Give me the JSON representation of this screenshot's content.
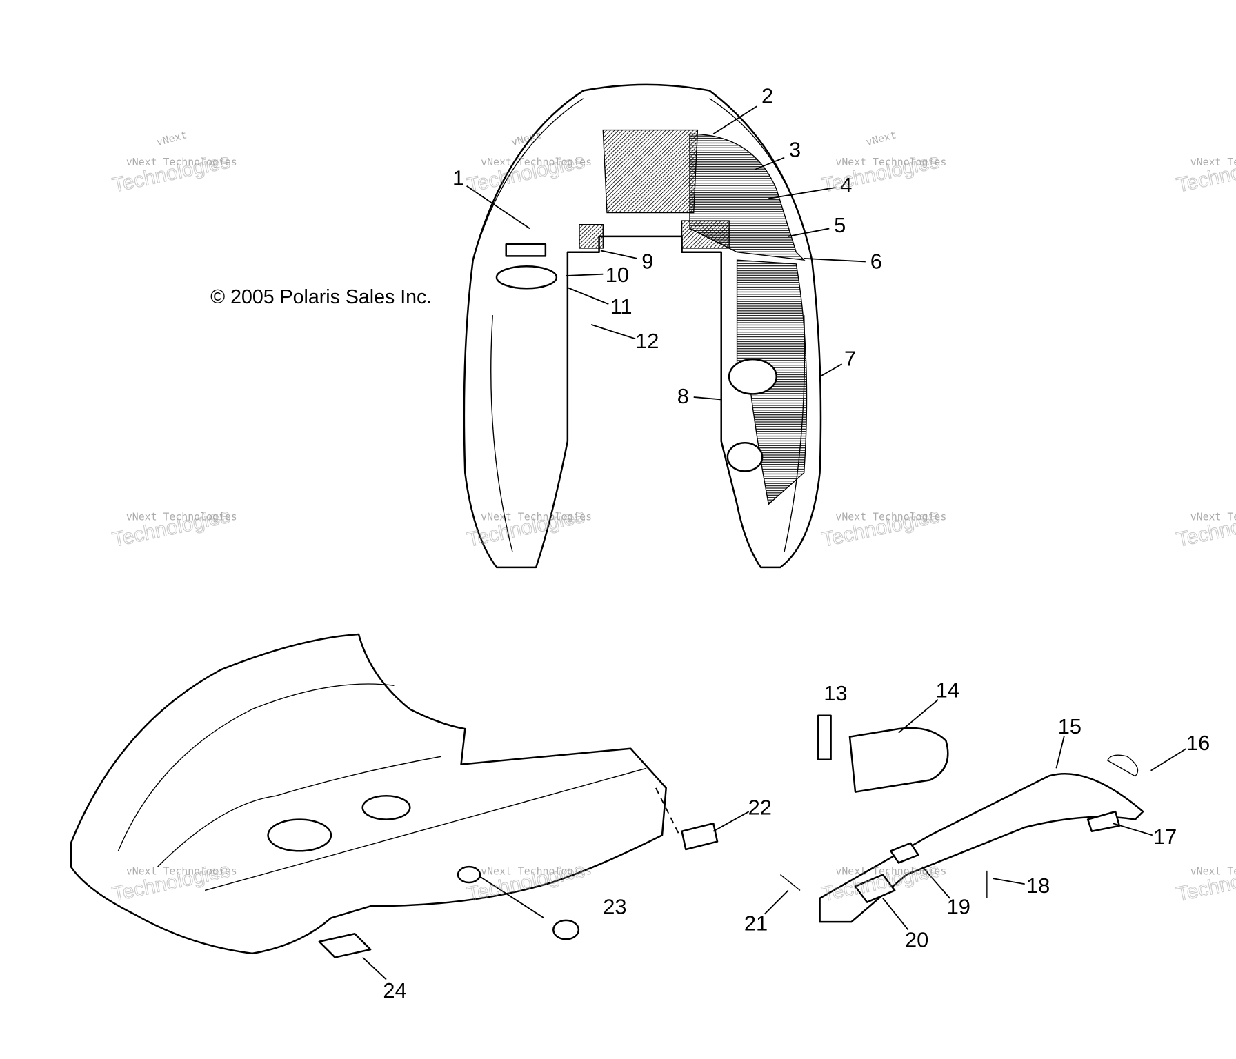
{
  "copyright": "© 2005 Polaris Sales Inc.",
  "watermark": {
    "line1": "vNext Technologies",
    "line2": "Technologies",
    "line3": "vNext"
  },
  "callouts": [
    "1",
    "2",
    "3",
    "4",
    "5",
    "6",
    "7",
    "8",
    "9",
    "10",
    "11",
    "12",
    "13",
    "14",
    "15",
    "16",
    "17",
    "18",
    "19",
    "20",
    "21",
    "22",
    "23",
    "24"
  ]
}
